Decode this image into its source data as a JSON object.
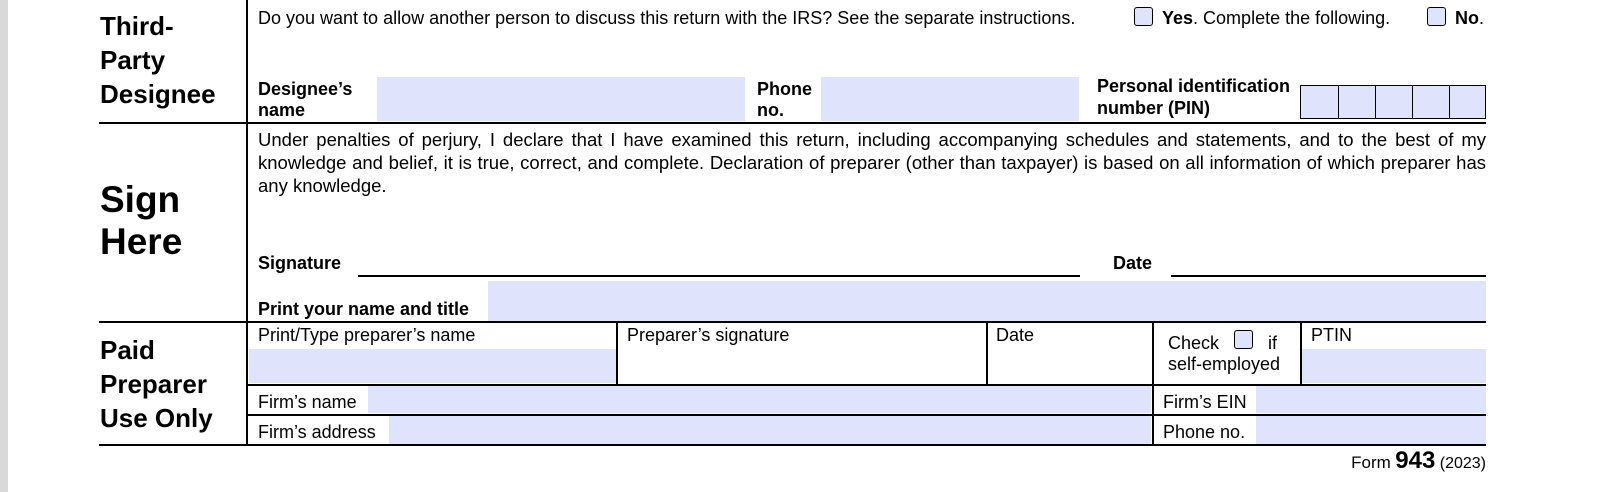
{
  "third_party": {
    "title_lines": [
      "Third-",
      "Party",
      "Designee"
    ],
    "question": "Do you want to allow another person to discuss this return with the IRS? See the separate instructions.",
    "yes_label": "Yes",
    "yes_suffix": ". Complete the following.",
    "no_label": "No",
    "no_suffix": ".",
    "designee_name_label": [
      "Designee’s",
      "name"
    ],
    "designee_name_value": "",
    "phone_label": [
      "Phone",
      "no."
    ],
    "phone_value": "",
    "pin_label": [
      "Personal identification",
      "number (PIN)"
    ],
    "pin_digits": [
      "",
      "",
      "",
      "",
      ""
    ]
  },
  "sign_here": {
    "title_lines": [
      "Sign",
      "Here"
    ],
    "declaration": "Under penalties of perjury, I declare that I have examined this return, including accompanying schedules and statements, and to the best of my knowledge and belief, it is true, correct, and complete. Declaration of preparer (other than taxpayer) is based on all information of which preparer has any knowledge.",
    "signature_label": "Signature",
    "date_label": "Date",
    "print_name_label": "Print your name and title",
    "print_name_value": ""
  },
  "paid_preparer": {
    "title_lines": [
      "Paid",
      "Preparer",
      "Use Only"
    ],
    "preparer_name_label": "Print/Type preparer’s name",
    "preparer_name_value": "",
    "preparer_signature_label": "Preparer’s signature",
    "date_label": "Date",
    "check_label": "Check",
    "if_label": "if",
    "self_employed_label": "self-employed",
    "ptin_label": "PTIN",
    "ptin_value": "",
    "firm_name_label": "Firm’s name",
    "firm_name_value": "",
    "firm_ein_label": "Firm’s EIN",
    "firm_ein_value": "",
    "firm_address_label": "Firm’s address",
    "firm_address_value": "",
    "phone_label": "Phone no.",
    "phone_value": ""
  },
  "footer": {
    "form_prefix": "Form",
    "form_number": "943",
    "year": "(2023)"
  }
}
